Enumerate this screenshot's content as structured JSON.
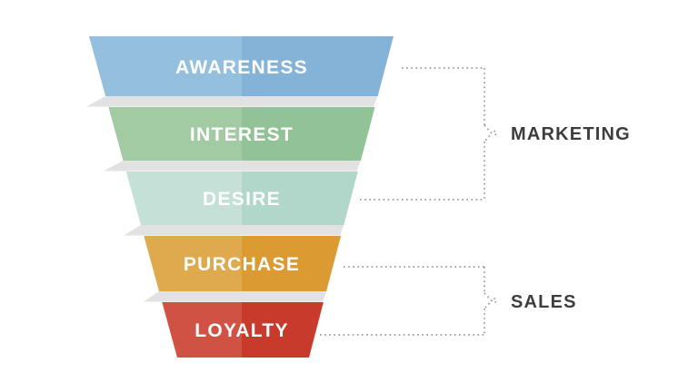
{
  "diagram": {
    "type": "funnel",
    "title": "",
    "background": "#ffffff",
    "gap_color": "#e2e2e2",
    "label_color": "#ffffff",
    "group_label_color": "#3d3d3d",
    "connector_color": "#9b9b9b",
    "stages": [
      {
        "label": "AWARENESS",
        "color_left": "#94c0de",
        "color_right": "#84b3d7",
        "group": "MARKETING"
      },
      {
        "label": "INTEREST",
        "color_left": "#a3cba3",
        "color_right": "#92c396",
        "group": "MARKETING"
      },
      {
        "label": "DESIRE",
        "color_left": "#c4e0d7",
        "color_right": "#b1d7ca",
        "group": "MARKETING"
      },
      {
        "label": "PURCHASE",
        "color_left": "#dfaa4d",
        "color_right": "#dc9a33",
        "group": "SALES"
      },
      {
        "label": "LOYALTY",
        "color_left": "#cf5245",
        "color_right": "#c83a2c",
        "group": "SALES"
      }
    ],
    "groups": [
      {
        "label": "MARKETING",
        "stages_covered": [
          "AWARENESS",
          "INTEREST",
          "DESIRE"
        ]
      },
      {
        "label": "SALES",
        "stages_covered": [
          "PURCHASE",
          "LOYALTY"
        ]
      }
    ]
  }
}
